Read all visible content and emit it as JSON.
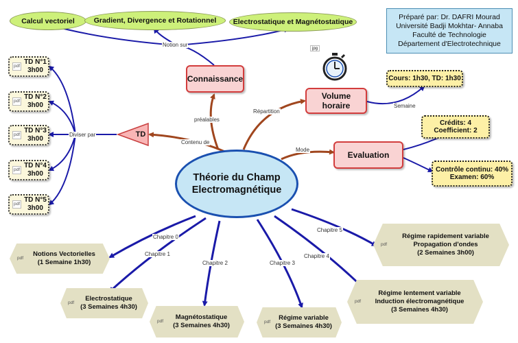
{
  "central": {
    "line1": "Théorie du Champ",
    "line2": "Electromagnétique"
  },
  "info_box": {
    "line1": "Préparé par: Dr. DAFRI Mourad",
    "line2": "Université Badji Mokhtar- Annaba",
    "line3": "Faculté de Technologie",
    "line4": "Département d'Electrotechnique"
  },
  "top_topics": [
    "Calcul vectoriel",
    "Gradient, Divergence et Rotationnel",
    "Electrostatique et Magnétostatique"
  ],
  "nodes": {
    "connaissance": "Connaissance",
    "volume_horaire": "Volume horaire",
    "evaluation": "Evaluation",
    "td": "TD",
    "repartition": "Cours: 1h30, TD: 1h30",
    "credits_line1": "Crédits: 4",
    "credits_line2": "Coefficient: 2",
    "controle_line1": "Contrôle continu: 40%",
    "controle_line2": "Examen: 60%"
  },
  "link_labels": {
    "notion_sur": "Notion sur",
    "prealables": "préalables",
    "repartition": "Répartition",
    "semaine": "Semaine",
    "mode": "Mode",
    "contenu_de": "Contenu de",
    "diviser_par": "Diviser par",
    "chapitre0": "Chapitre 0",
    "chapitre1": "Chapitre 1",
    "chapitre2": "Chapitre 2",
    "chapitre3": "Chapitre 3",
    "chapitre4": "Chapitre 4",
    "chapitre5": "Chapitre 5"
  },
  "td_items": [
    {
      "title": "TD N°1",
      "duration": "3h00"
    },
    {
      "title": "TD N°2",
      "duration": "3h00"
    },
    {
      "title": "TD N°3",
      "duration": "3h00"
    },
    {
      "title": "TD N°4",
      "duration": "3h00"
    },
    {
      "title": "TD N°5",
      "duration": "3h00"
    }
  ],
  "chapters": [
    {
      "line1": "Notions Vectorielles",
      "line2": "(1 Semaine 1h30)"
    },
    {
      "line1": "Electrostatique",
      "line2": "(3 Semaines 4h30)"
    },
    {
      "line1": "Magnétostatique",
      "line2": "(3 Semaines 4h30)"
    },
    {
      "line1": "Régime variable",
      "line2": "(3 Semaines 4h30)"
    },
    {
      "line1": "Régime lentement variable",
      "line2": "Induction électromagnétique",
      "line3": "(3 Semaines 4h30)"
    },
    {
      "line1": "Régime rapidement variable",
      "line2": "Propagation d'ondes",
      "line3": "(2 Semaines 3h00)"
    }
  ],
  "attachment_labels": {
    "pdf": "pdf",
    "jpg": "jpg"
  },
  "icons": {
    "clock": "stopwatch-icon",
    "pdf": "pdf-icon",
    "jpg": "jpg-icon"
  },
  "colors": {
    "blue_link": "#1a1aa8",
    "brown_link": "#a0461e",
    "central_fill": "#c6e6f5",
    "central_border": "#1a50b0"
  }
}
